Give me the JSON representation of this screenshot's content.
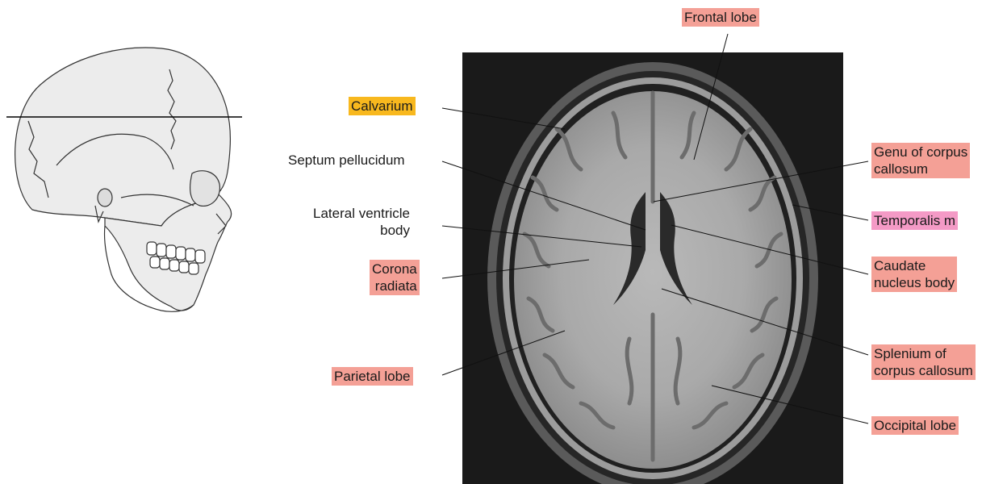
{
  "labels": {
    "frontal_lobe": "Frontal lobe",
    "calvarium": "Calvarium",
    "septum_pellucidum": "Septum pellucidum",
    "genu_corpus_callosum": "Genu of corpus\ncallosum",
    "lateral_ventricle_body": "Lateral ventricle\nbody",
    "temporalis_m": "Temporalis m",
    "corona_radiata": "Corona\nradiata",
    "caudate_nucleus_body": "Caudate\nnucleus body",
    "splenium_corpus_callosum": "Splenium of\ncorpus callosum",
    "parietal_lobe": "Parietal lobe",
    "occipital_lobe": "Occipital lobe"
  },
  "colors": {
    "highlight_salmon": "#f4a096",
    "highlight_yellow": "#f8b81e",
    "highlight_pink": "#f49ac6",
    "skull_fill": "#ececec",
    "mri_background": "#1a1a1a"
  }
}
